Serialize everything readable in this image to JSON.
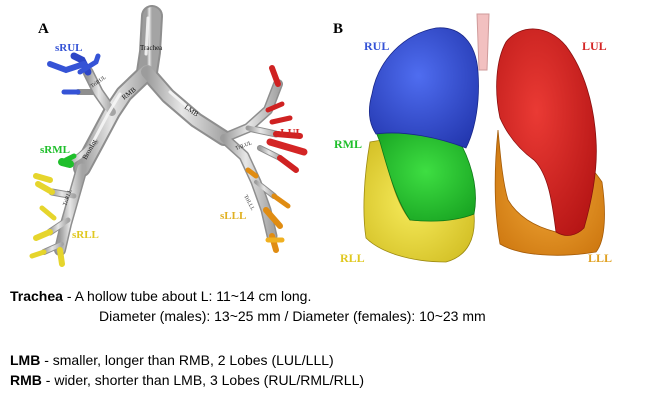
{
  "figure": {
    "panel_a": {
      "letter": "A",
      "segment_labels": {
        "srul": "sRUL",
        "sluL": "sLUL",
        "srml": "sRML",
        "srll": "sRLL",
        "slll": "sLLL"
      },
      "airway_labels": {
        "trachea": "Trachea",
        "rmb": "RMB",
        "lmb": "LMB",
        "bronint": "BronInt",
        "trirul": "TriRUL",
        "trilul": "TriLUL",
        "trirll": "TriRLL",
        "trilll": "TriLLL"
      }
    },
    "panel_b": {
      "letter": "B",
      "lobe_labels": {
        "rul": "RUL",
        "lul": "LUL",
        "rml": "RML",
        "rll": "RLL",
        "lll": "LLL"
      }
    },
    "colors": {
      "rul": "#3553d6",
      "lul": "#d42525",
      "rml": "#1fbf2b",
      "rll": "#e9d630",
      "lll": "#e08c12",
      "airway": "#c9c9c9"
    }
  },
  "caption": {
    "trachea_term": "Trachea",
    "trachea_text": " - A hollow tube about L: 11~14 cm long.",
    "diameter_text": "Diameter (males): 13~25 mm  / Diameter (females): 10~23 mm",
    "lmb_term": "LMB",
    "lmb_text": " - smaller, longer than RMB, 2 Lobes (LUL/LLL)",
    "rmb_term": "RMB",
    "rmb_text": " - wider, shorter than LMB, 3 Lobes (RUL/RML/RLL)"
  }
}
